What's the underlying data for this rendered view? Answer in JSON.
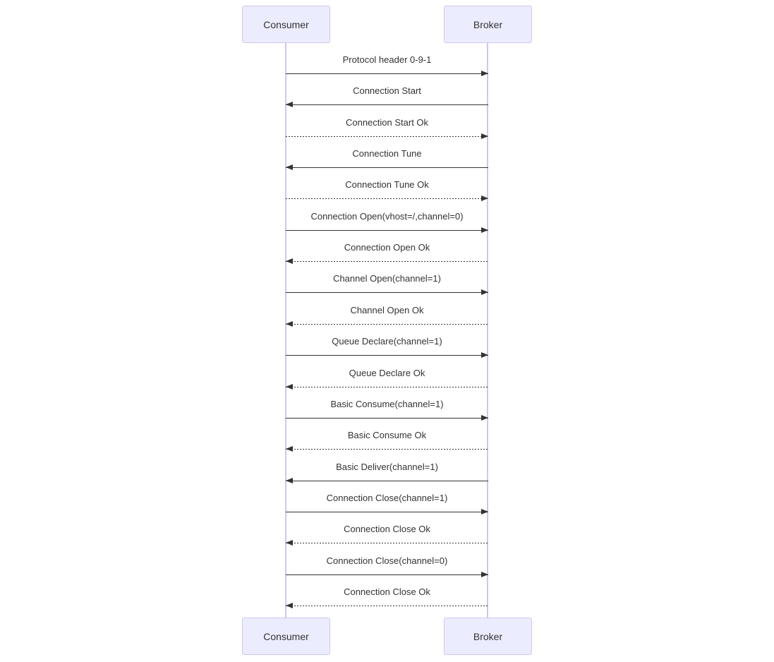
{
  "diagram": {
    "type": "sequence"
  },
  "actors": [
    {
      "id": "consumer",
      "label": "Consumer"
    },
    {
      "id": "broker",
      "label": "Broker"
    }
  ],
  "messages": [
    {
      "label": "Protocol header 0-9-1",
      "from": "consumer",
      "to": "broker",
      "style": "solid"
    },
    {
      "label": "Connection Start",
      "from": "broker",
      "to": "consumer",
      "style": "solid"
    },
    {
      "label": "Connection Start Ok",
      "from": "consumer",
      "to": "broker",
      "style": "dashed"
    },
    {
      "label": "Connection Tune",
      "from": "broker",
      "to": "consumer",
      "style": "solid"
    },
    {
      "label": "Connection Tune Ok",
      "from": "consumer",
      "to": "broker",
      "style": "dashed"
    },
    {
      "label": "Connection Open(vhost=/,channel=0)",
      "from": "consumer",
      "to": "broker",
      "style": "solid"
    },
    {
      "label": "Connection Open Ok",
      "from": "broker",
      "to": "consumer",
      "style": "dashed"
    },
    {
      "label": "Channel Open(channel=1)",
      "from": "consumer",
      "to": "broker",
      "style": "solid"
    },
    {
      "label": "Channel Open Ok",
      "from": "broker",
      "to": "consumer",
      "style": "dashed"
    },
    {
      "label": "Queue Declare(channel=1)",
      "from": "consumer",
      "to": "broker",
      "style": "solid"
    },
    {
      "label": "Queue Declare Ok",
      "from": "broker",
      "to": "consumer",
      "style": "dashed"
    },
    {
      "label": "Basic Consume(channel=1)",
      "from": "consumer",
      "to": "broker",
      "style": "solid"
    },
    {
      "label": "Basic Consume Ok",
      "from": "broker",
      "to": "consumer",
      "style": "dashed"
    },
    {
      "label": "Basic Deliver(channel=1)",
      "from": "broker",
      "to": "consumer",
      "style": "solid"
    },
    {
      "label": "Connection Close(channel=1)",
      "from": "consumer",
      "to": "broker",
      "style": "solid"
    },
    {
      "label": "Connection Close Ok",
      "from": "broker",
      "to": "consumer",
      "style": "dashed"
    },
    {
      "label": "Connection Close(channel=0)",
      "from": "consumer",
      "to": "broker",
      "style": "solid"
    },
    {
      "label": "Connection Close Ok",
      "from": "broker",
      "to": "consumer",
      "style": "dashed"
    }
  ],
  "colors": {
    "actor_fill": "#ECECFF",
    "actor_border": "#CFC7EE",
    "lifeline": "#CFC7EE",
    "signal": "#333333",
    "text": "#333333",
    "background": "#ffffff"
  }
}
